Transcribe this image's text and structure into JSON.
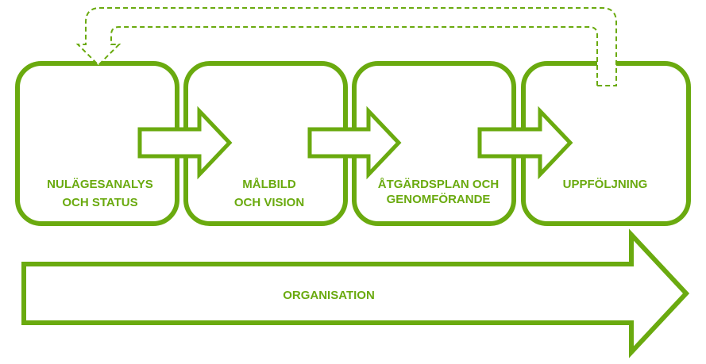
{
  "colors": {
    "accent": "#6aaa0f",
    "background": "#ffffff"
  },
  "steps": [
    {
      "line1": "NULÄGESANALYS",
      "line2": "OCH STATUS"
    },
    {
      "line1": "MÅLBILD",
      "line2": "OCH VISION"
    },
    {
      "line1": "ÅTGÄRDSPLAN OCH",
      "line2": "GENOMFÖRANDE"
    },
    {
      "line1": "UPPFÖLJNING",
      "line2": ""
    }
  ],
  "foundation": {
    "label": "ORGANISATION"
  },
  "icons": {
    "step_arrow": "arrow-right-icon",
    "feedback_loop": "dashed-return-arrow-icon"
  }
}
